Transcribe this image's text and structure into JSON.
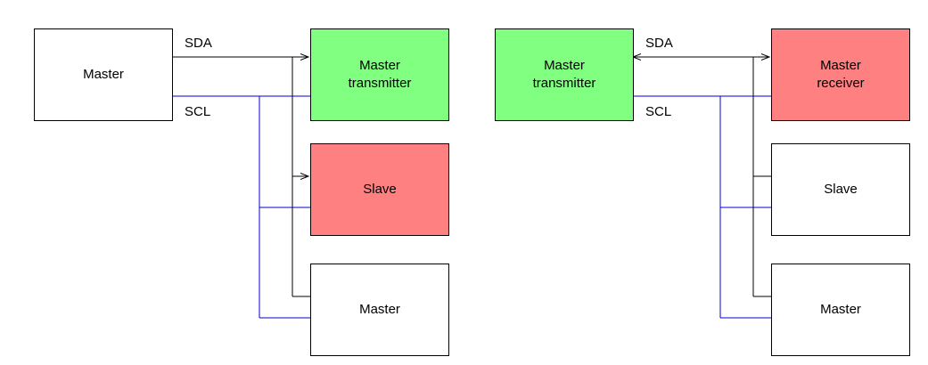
{
  "colors": {
    "green": "#80ff80",
    "red": "#ff8080",
    "white": "#ffffff",
    "sda_line": "#000000",
    "scl_line": "#0000cc"
  },
  "left": {
    "master": "Master",
    "master_transmitter": "Master\ntransmitter",
    "slave": "Slave",
    "master_bottom": "Master",
    "sda_label": "SDA",
    "scl_label": "SCL"
  },
  "right": {
    "master_transmitter": "Master\ntransmitter",
    "master_receiver": "Master\nreceiver",
    "slave": "Slave",
    "master_bottom": "Master",
    "sda_label": "SDA",
    "scl_label": "SCL"
  }
}
